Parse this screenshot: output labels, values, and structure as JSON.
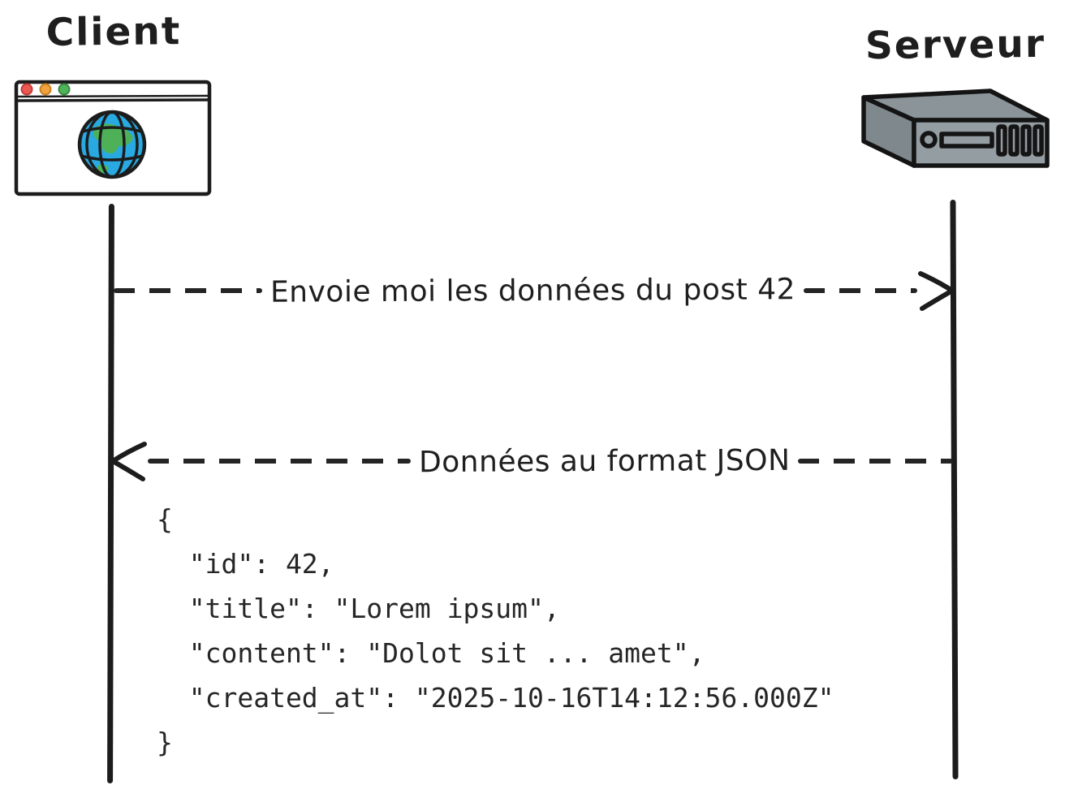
{
  "diagram": {
    "title": "Client-Server JSON exchange sequence diagram",
    "actors": {
      "client": {
        "label": "Client",
        "icon": "browser-globe-icon"
      },
      "server": {
        "label": "Serveur",
        "icon": "rack-server-icon"
      }
    },
    "messages": [
      {
        "from": "client",
        "to": "server",
        "style": "dashed",
        "text": "Envoie moi les données du post 42"
      },
      {
        "from": "server",
        "to": "client",
        "style": "dashed",
        "text": "Données au format JSON"
      }
    ],
    "json_payload": {
      "lines": [
        "{",
        "  \"id\": 42,",
        "  \"title\": \"Lorem ipsum\",",
        "  \"content\": \"Dolot sit ... amet\",",
        "  \"created_at\": \"2025-10-16T14:12:56.000Z\"",
        "}"
      ]
    },
    "colors": {
      "ink": "#1e1e1e",
      "window_dot_red": "#ea5a52",
      "window_dot_amber": "#f0a33c",
      "window_dot_green": "#4fb35a",
      "globe_blue": "#29a9e1",
      "globe_green": "#4fb157",
      "server_gray_top": "#8b9499",
      "server_gray_left": "#7f888d",
      "server_gray_front": "#949da2"
    }
  }
}
